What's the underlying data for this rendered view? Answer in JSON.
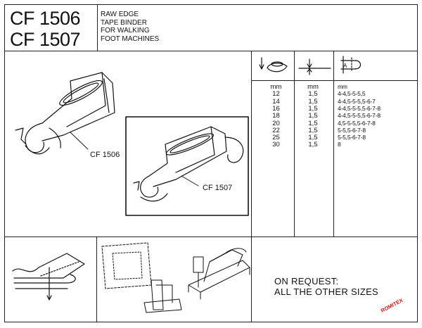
{
  "header": {
    "codes": [
      "CF 1506",
      "CF 1507"
    ],
    "description": [
      "RAW EDGE",
      "TAPE BINDER",
      "FOR WALKING",
      "FOOT MACHINES"
    ]
  },
  "illustration": {
    "label_left": "CF  1506",
    "label_right": "CF  1507"
  },
  "size_table": {
    "header_icons": [
      "foot-width-icon",
      "thickness-icon",
      "tape-width-icon"
    ],
    "icon_letter": "A",
    "columns": [
      {
        "unit": "mm",
        "values": [
          "12",
          "14",
          "16",
          "18",
          "20",
          "22",
          "25",
          "30"
        ]
      },
      {
        "unit": "mm",
        "values": [
          "1,5",
          "1,5",
          "1,5",
          "1,5",
          "1,5",
          "1,5",
          "1,5",
          "1,5"
        ]
      },
      {
        "unit": "mm",
        "values": [
          "4-4,5-5-5,5",
          "4-4,5-5-5,5-6-7",
          "4-4,5-5-5,5-6-7-8",
          "4-4,5-5-5,5-6-7-8",
          "4,5-5-5,5-6-7-8",
          "5-5,5-6-7-8",
          "5-5,5-6-7-8",
          "8"
        ]
      }
    ]
  },
  "footer": {
    "request_lines": [
      "ON REQUEST:",
      "ALL THE OTHER SIZES"
    ],
    "brand": "ROMITEX"
  },
  "colors": {
    "brand": "#d21818",
    "line": "#222222"
  }
}
